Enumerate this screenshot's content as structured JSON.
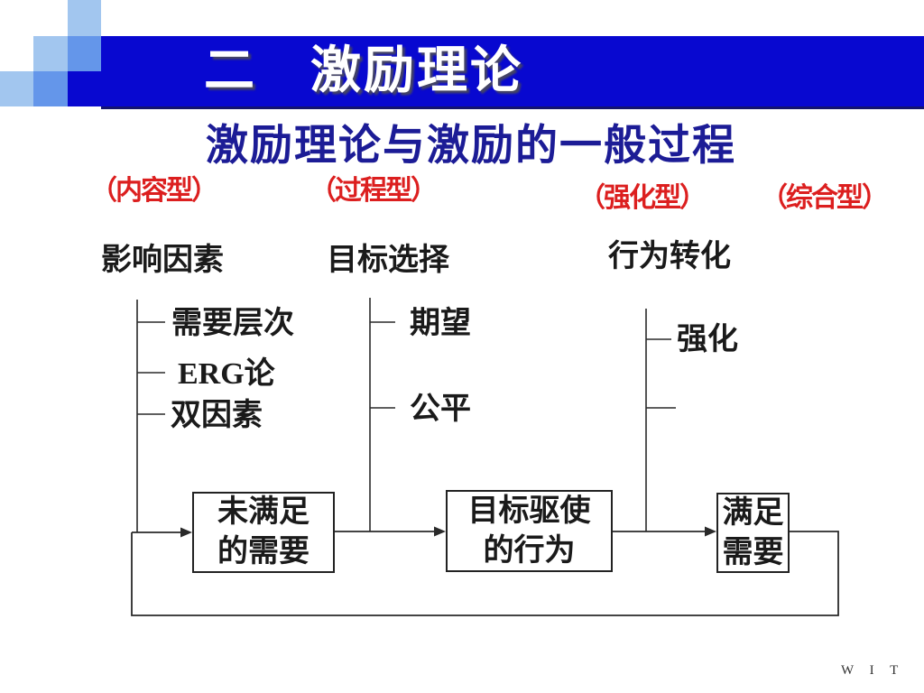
{
  "colors": {
    "bar_blue": "#0808d0",
    "deco_light": "#a2c6ef",
    "deco_medium": "#6496ea",
    "subtitle_navy": "#1c1c96",
    "label_red": "#dc1f1f",
    "ink": "#1a1a1a"
  },
  "header": {
    "title": "二　激励理论"
  },
  "subtitle": "激励理论与激励的一般过程",
  "type_labels": [
    "（内容型）",
    "（过程型）",
    "（强化型）",
    "（综合型）"
  ],
  "stages": [
    "影响因素",
    "目标选择",
    "行为转化"
  ],
  "theories": {
    "content": [
      "需要层次",
      "ERG论",
      "双因素"
    ],
    "process": [
      "期望",
      "公平"
    ],
    "reinforcement": [
      "强化"
    ]
  },
  "flow_boxes": [
    "未满足\n的需要",
    "目标驱使\n的行为",
    "满足\n需要"
  ],
  "footer": "W I T"
}
